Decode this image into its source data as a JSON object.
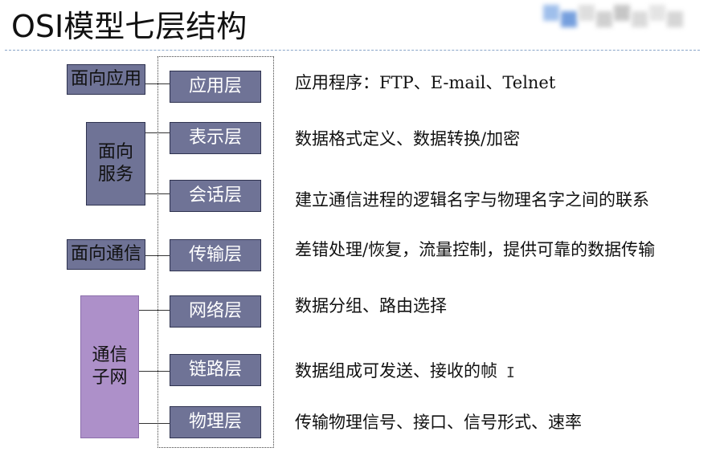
{
  "title": "OSI模型七层结构",
  "colors": {
    "layer_box": "#6f7396",
    "group_blue": "#6f7396",
    "group_purple": "#ad90c9",
    "divider": "#8aa6c8"
  },
  "layers": [
    {
      "label": "应用层",
      "description": "应用程序：FTP、E-mail、Telnet"
    },
    {
      "label": "表示层",
      "description": "数据格式定义、数据转换/加密"
    },
    {
      "label": "会话层",
      "description": "建立通信进程的逻辑名字与物理名字之间的联系"
    },
    {
      "label": "传输层",
      "description": "差错处理/恢复，流量控制，提供可靠的数据传输"
    },
    {
      "label": "网络层",
      "description": "数据分组、路由选择"
    },
    {
      "label": "链路层",
      "description": "数据组成可发送、接收的帧"
    },
    {
      "label": "物理层",
      "description": "传输物理信号、接口、信号形式、速率"
    }
  ],
  "groups": {
    "application_oriented": "面向应用",
    "service_oriented": {
      "line1": "面向",
      "line2": "服务"
    },
    "communication_oriented": "面向通信",
    "communication_subnet": {
      "line1": "通信",
      "line2": "子网"
    }
  },
  "logo": {
    "icon": "blurred-logo-icon",
    "colors": [
      "#8fb4e8",
      "#5e8fd8",
      "#d9d9d9",
      "#c8c8c8",
      "#bdbdbd",
      "#d4d4d4",
      "#e0e0e0",
      "#cfcfcf"
    ]
  },
  "cursor_icon": "text-cursor-icon"
}
